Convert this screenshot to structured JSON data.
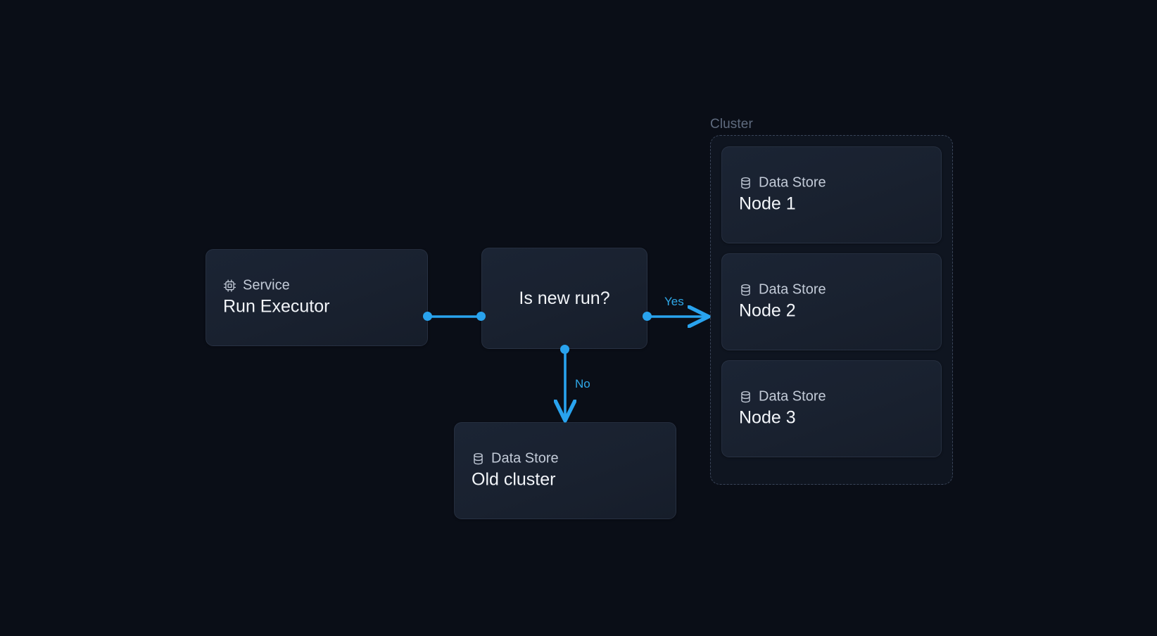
{
  "canvas": {
    "background": "#0a0e17",
    "accent": "#29a3ee",
    "card_bg": "#19212f",
    "card_border": "#3a4559",
    "label_color": "#c3cbd8",
    "title_color": "#f2f5f9",
    "muted_color": "#5f6b7f"
  },
  "group": {
    "label": "Cluster"
  },
  "nodes": {
    "service": {
      "kind": "Service",
      "title": "Run Executor",
      "icon": "cpu-chip-icon"
    },
    "decision": {
      "title": "Is new run?"
    },
    "old_cluster": {
      "kind": "Data Store",
      "title": "Old cluster",
      "icon": "database-icon"
    },
    "node1": {
      "kind": "Data Store",
      "title": "Node 1",
      "icon": "database-icon"
    },
    "node2": {
      "kind": "Data Store",
      "title": "Node 2",
      "icon": "database-icon"
    },
    "node3": {
      "kind": "Data Store",
      "title": "Node 3",
      "icon": "database-icon"
    }
  },
  "edges": {
    "service_to_decision": {
      "label": ""
    },
    "decision_to_node2": {
      "label": "Yes"
    },
    "decision_to_old_cluster": {
      "label": "No"
    }
  }
}
